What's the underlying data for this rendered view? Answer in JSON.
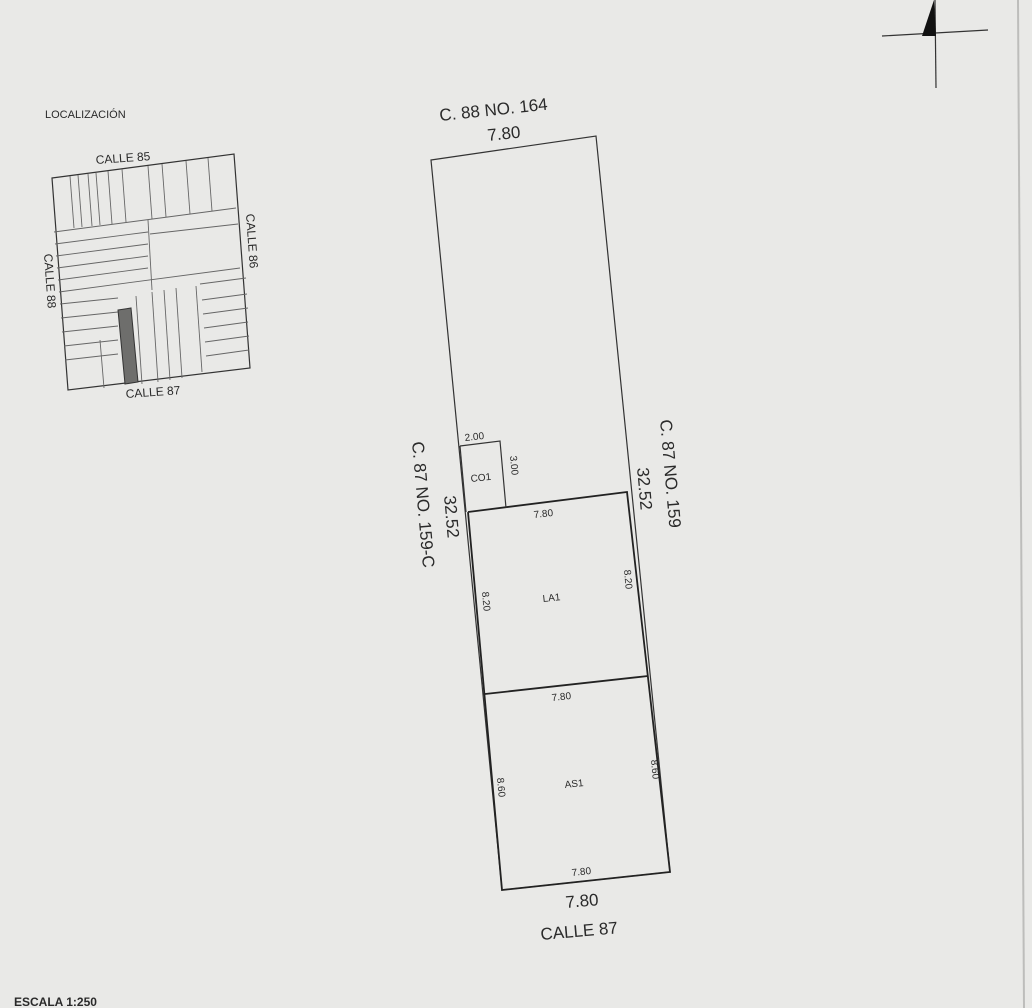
{
  "location": {
    "title": "LOCALIZACIÓN",
    "street_top": "CALLE 85",
    "street_right": "CALLE 86",
    "street_left": "CALLE 88",
    "street_bottom": "CALLE 87"
  },
  "parcel": {
    "top_neighbor": "C. 88 NO. 164",
    "top_width": "7.80",
    "right_neighbor": "C. 87 NO. 159",
    "right_length": "32.52",
    "left_neighbor": "C. 87 NO. 159-C",
    "left_length": "32.52",
    "bottom_width": "7.80",
    "bottom_street": "CALLE 87"
  },
  "areas": {
    "co1": {
      "label": "CO1",
      "width": "2.00",
      "depth": "3.00"
    },
    "la1": {
      "label": "LA1",
      "top": "7.80",
      "left": "8.20",
      "right": "8.20"
    },
    "as1": {
      "label": "AS1",
      "top": "7.80",
      "left": "8.60",
      "right": "8.60",
      "bottom": "7.80"
    }
  },
  "scale": "ESCALA 1:250"
}
